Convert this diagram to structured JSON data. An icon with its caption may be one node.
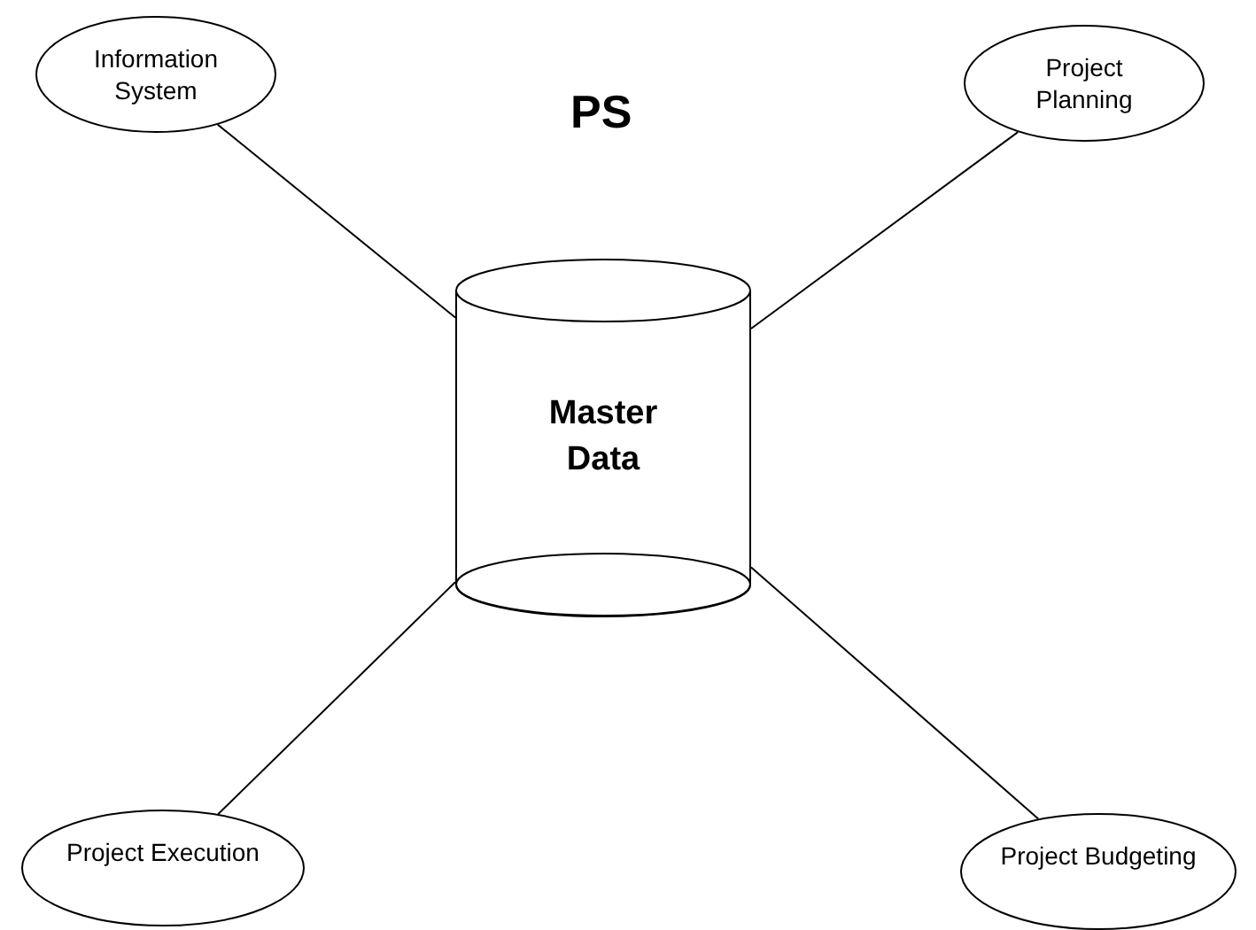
{
  "diagram": {
    "title": "PS",
    "nodes": [
      {
        "text": [
          "Information System"
        ]
      },
      {
        "text": [
          "Project Planning"
        ]
      },
      {
        "text": [
          "Master Data"
        ]
      },
      {
        "text": [
          "Project Execution"
        ]
      },
      {
        "text": [
          "Project Budgeting"
        ]
      }
    ],
    "edges": [
      {
        "from": 0,
        "to": 2,
        "arrow": "none"
      },
      {
        "from": 1,
        "to": 2,
        "arrow": "none"
      },
      {
        "from": 3,
        "to": 2,
        "arrow": "none"
      },
      {
        "from": 4,
        "to": 2,
        "arrow": "none"
      }
    ]
  }
}
